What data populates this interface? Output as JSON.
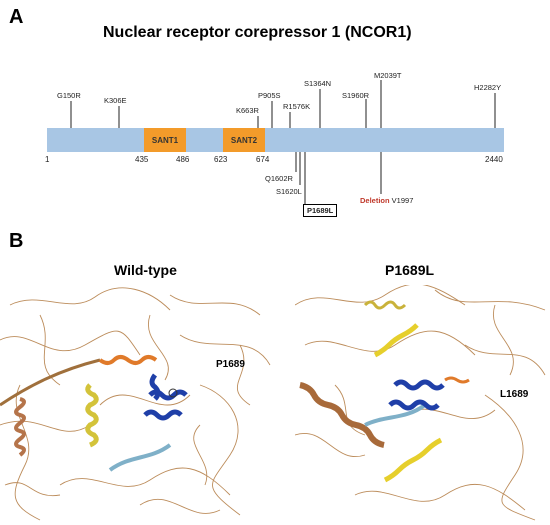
{
  "panel_a": {
    "letter": "A",
    "title": "Nuclear receptor corepressor 1 (NCOR1)",
    "domains": {
      "sant1": "SANT1",
      "sant2": "SANT2"
    },
    "positions": {
      "p1": "1",
      "p435": "435",
      "p486": "486",
      "p623": "623",
      "p674": "674",
      "p2440": "2440"
    },
    "mutations_above": {
      "g150r": "G150R",
      "k306e": "K306E",
      "k663r": "K663R",
      "p905s": "P905S",
      "r1576k": "R1576K",
      "s1364n": "S1364N",
      "s1960r": "S1960R",
      "m2039t": "M2039T",
      "h2282y": "H2282Y"
    },
    "mutations_below": {
      "q1602r": "Q1602R",
      "s1620l": "S1620L",
      "p1689l": "P1689L",
      "deletion_word": "Deletion",
      "v1997": " V1997"
    },
    "colors": {
      "bar": "#a8c6e4",
      "domain": "#f39b2a",
      "deletion": "#c0392b"
    }
  },
  "panel_b": {
    "letter": "B",
    "wildtype": {
      "title": "Wild-type",
      "label": "P1689"
    },
    "mutant": {
      "title": "P1689L",
      "label": "L1689"
    },
    "colors": {
      "coil": "#b5804a",
      "helix_blue": "#1f3fa8",
      "helix_yellow": "#e8d83a",
      "helix_orange": "#d2782a"
    }
  }
}
